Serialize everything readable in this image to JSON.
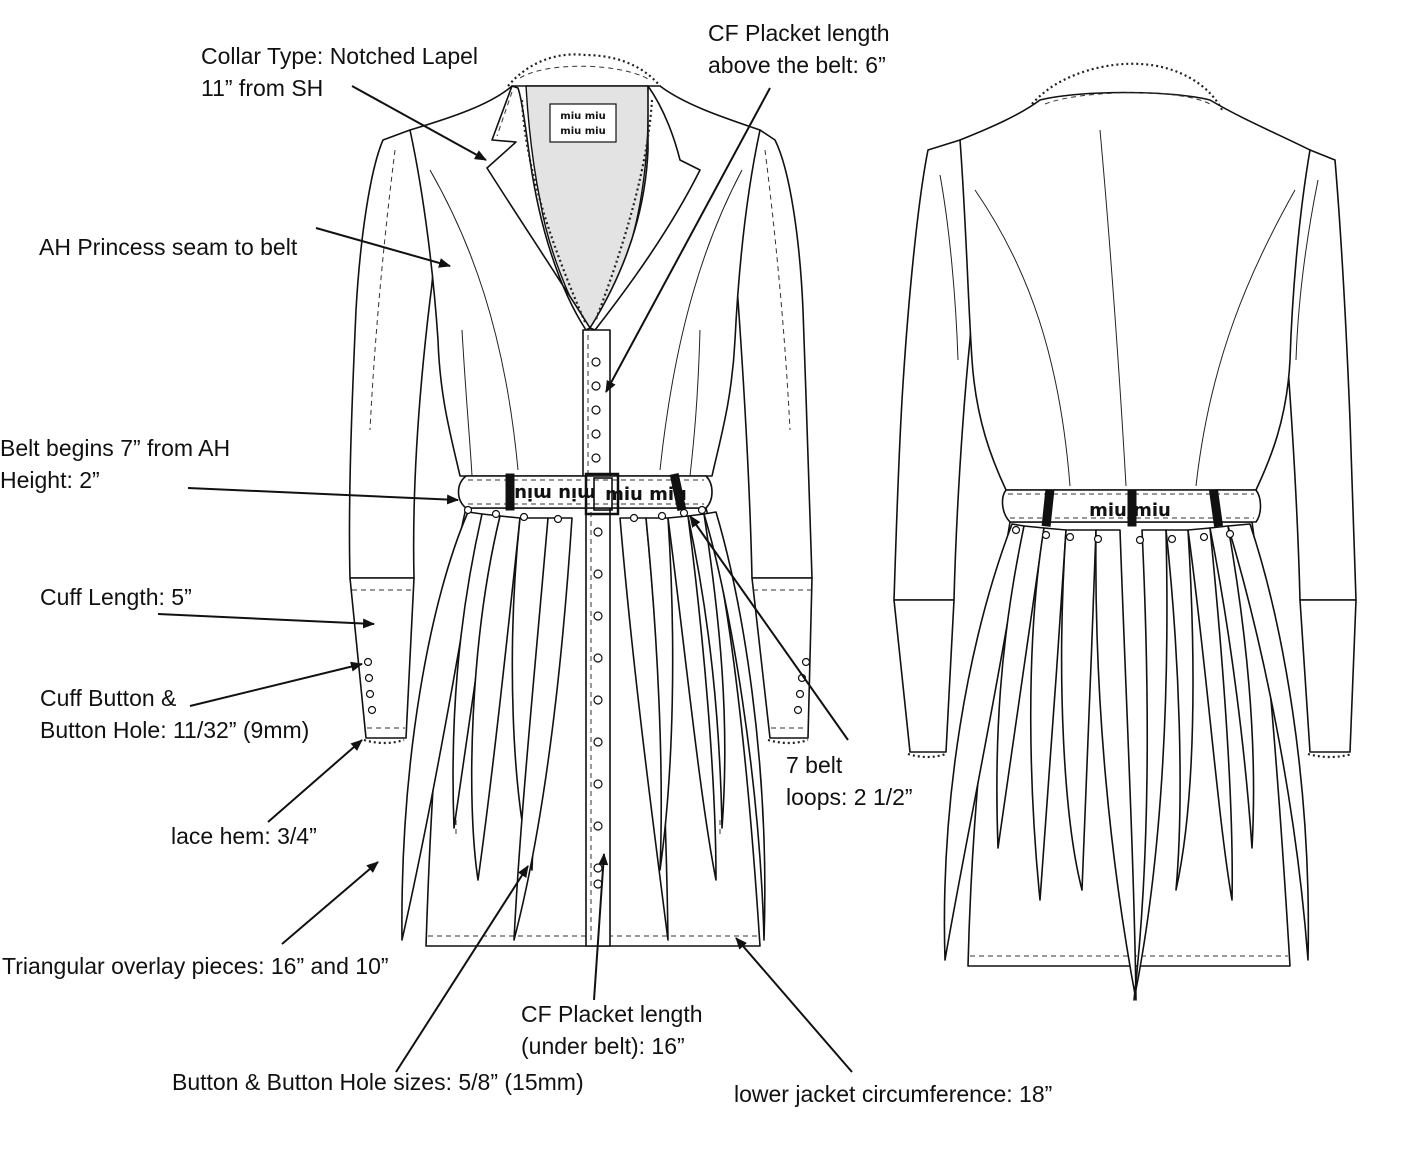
{
  "brand": {
    "belt_logo": "miu miu",
    "label_logo": "miu miu"
  },
  "labels": [
    {
      "id": "collar",
      "lines": [
        "Collar Type: Notched Lapel",
        "11” from SH"
      ]
    },
    {
      "id": "cf-placket-above",
      "lines": [
        "CF Placket length",
        "above the belt: 6”"
      ]
    },
    {
      "id": "ah-princess",
      "lines": [
        "AH Princess seam to belt"
      ]
    },
    {
      "id": "belt",
      "lines": [
        "Belt begins 7” from AH",
        "Height: 2”"
      ]
    },
    {
      "id": "cuff-length",
      "lines": [
        "Cuff Length: 5”"
      ]
    },
    {
      "id": "cuff-button",
      "lines": [
        "Cuff Button &",
        "Button Hole: 11/32” (9mm)"
      ]
    },
    {
      "id": "belt-loops",
      "lines": [
        "7 belt",
        "loops: 2 1/2”"
      ]
    },
    {
      "id": "lace-hem",
      "lines": [
        "lace hem: 3/4”"
      ]
    },
    {
      "id": "triangular",
      "lines": [
        "Triangular overlay pieces: 16” and 10”"
      ]
    },
    {
      "id": "cf-placket-under",
      "lines": [
        "CF Placket length",
        "(under belt): 16”"
      ]
    },
    {
      "id": "button-sizes",
      "lines": [
        "Button & Button Hole sizes: 5/8” (15mm)"
      ]
    },
    {
      "id": "lower-circ",
      "lines": [
        "lower jacket circumference: 18”"
      ]
    }
  ],
  "colors": {
    "line": "#111111",
    "lining": "#e3e3e3",
    "background": "#ffffff"
  }
}
